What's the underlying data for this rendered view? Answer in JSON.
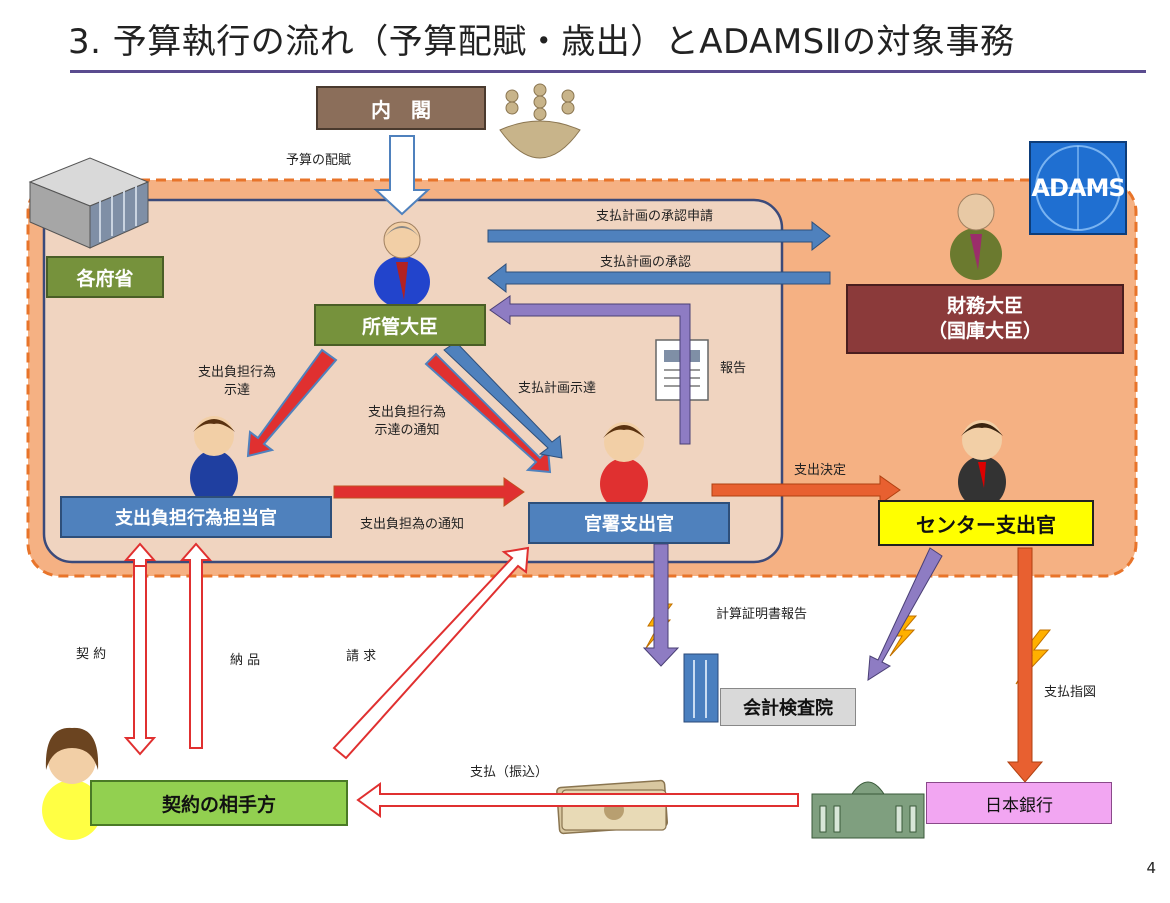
{
  "title": "3. 予算執行の流れ（予算配賦・歳出）とADAMSⅡの対象事務",
  "page_number": "4",
  "boxes": {
    "cabinet": "内　閣",
    "ministries": "各府省",
    "minister": "所管大臣",
    "finance_minister_line1": "財務大臣",
    "finance_minister_line2": "（国庫大臣）",
    "obligation_officer": "支出負担行為担当官",
    "disbursing_officer": "官署支出官",
    "center_officer": "センター支出官",
    "audit_board": "会計検査院",
    "contractor": "契約の相手方",
    "boj": "日本銀行",
    "adams_logo": "ADAMS"
  },
  "labels": {
    "budget_allocation": "予算の配賦",
    "plan_approval_request": "支払計画の承認申請",
    "plan_approval": "支払計画の承認",
    "report": "報告",
    "obligation_notice_1": "支出負担行為",
    "obligation_notice_2": "示達",
    "obligation_notice_notify_1": "支出負担行為",
    "obligation_notice_notify_2": "示達の通知",
    "plan_notice": "支払計画示達",
    "obligation_notify": "支出負担為の通知",
    "expenditure_decision": "支出決定",
    "calc_certificate": "計算証明書報告",
    "payment_order": "支払指図",
    "contract": "契 約",
    "delivery": "納 品",
    "invoice": "請 求",
    "payment_transfer": "支払（振込）"
  },
  "colors": {
    "cabinet": "#8b6e5a",
    "ministry_green": "#76923c",
    "finance_red": "#8b3a3a",
    "officer_blue": "#4f81bd",
    "center_yellow": "#ffff00",
    "contractor_green": "#92d050",
    "boj_pink": "#f2a6f2",
    "region_orange": "#f5b183",
    "ministry_inner": "#f0d4c0",
    "title_rule": "#5a4b8f"
  }
}
